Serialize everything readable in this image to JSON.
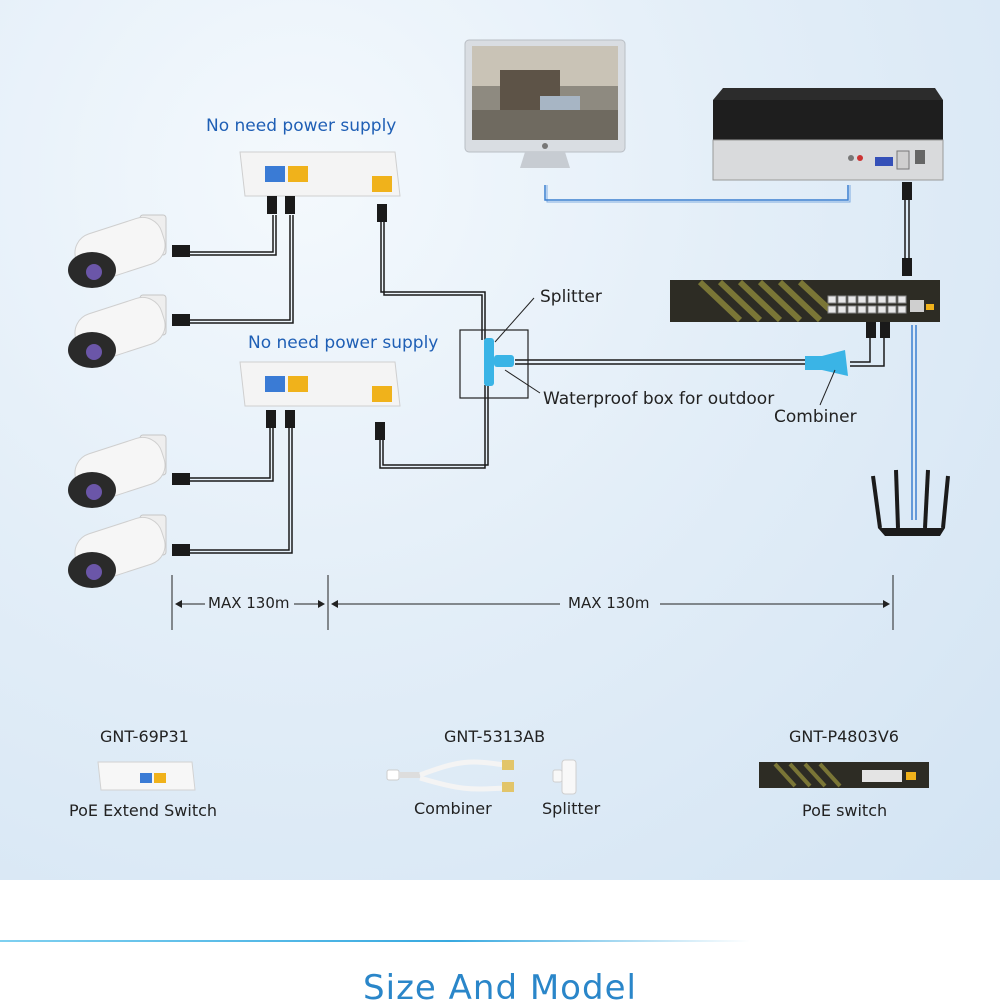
{
  "labels": {
    "no_power_1": "No need power supply",
    "no_power_2": "No need power supply",
    "splitter": "Splitter",
    "waterproof": "Waterproof box for outdoor",
    "combiner": "Combiner",
    "max_left": "MAX 130m",
    "max_right": "MAX  130m"
  },
  "products": [
    {
      "model": "GNT-69P31",
      "name": "PoE Extend Switch"
    },
    {
      "model": "GNT-5313AB",
      "name": "Combiner",
      "name2": "Splitter"
    },
    {
      "model": "GNT-P4803V6",
      "name": "PoE switch"
    }
  ],
  "section_title": "Size And Model",
  "colors": {
    "accent_blue": "#1f5fb5",
    "title_blue": "#2a86c9",
    "cable_blue": "#3b7fd0",
    "port_yellow": "#f0b21b",
    "port_blue": "#3a7bd5"
  }
}
